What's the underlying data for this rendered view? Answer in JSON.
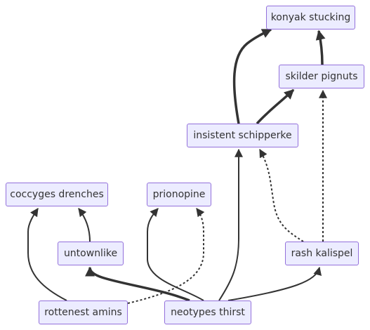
{
  "diagram": {
    "type": "flowchart",
    "direction": "bottom-to-top",
    "colors": {
      "node_fill": "#ECECFF",
      "node_border": "#9370DB",
      "text": "#333333",
      "edge": "#333333"
    },
    "nodes": {
      "konyak_stucking": "konyak stucking",
      "skilder_pignuts": "skilder pignuts",
      "insistent_schipperke": "insistent schipperke",
      "coccyges_drenches": "coccyges drenches",
      "prionopine": "prionopine",
      "untownlike": "untownlike",
      "rash_kalispel": "rash kalispel",
      "rottenest_amins": "rottenest amins",
      "neotypes_thirst": "neotypes thirst"
    },
    "edges": [
      {
        "from": "insistent schipperke",
        "to": "konyak stucking",
        "style": "thick"
      },
      {
        "from": "skilder pignuts",
        "to": "konyak stucking",
        "style": "thick"
      },
      {
        "from": "insistent schipperke",
        "to": "skilder pignuts",
        "style": "thick"
      },
      {
        "from": "rash kalispel",
        "to": "skilder pignuts",
        "style": "dotted"
      },
      {
        "from": "rash kalispel",
        "to": "insistent schipperke",
        "style": "dotted"
      },
      {
        "from": "neotypes thirst",
        "to": "insistent schipperke",
        "style": "normal"
      },
      {
        "from": "rottenest amins",
        "to": "coccyges drenches",
        "style": "normal"
      },
      {
        "from": "untownlike",
        "to": "coccyges drenches",
        "style": "normal"
      },
      {
        "from": "neotypes thirst",
        "to": "untownlike",
        "style": "thick"
      },
      {
        "from": "neotypes thirst",
        "to": "prionopine",
        "style": "normal"
      },
      {
        "from": "rottenest amins",
        "to": "prionopine",
        "style": "dotted"
      },
      {
        "from": "neotypes thirst",
        "to": "rash kalispel",
        "style": "normal"
      }
    ]
  }
}
